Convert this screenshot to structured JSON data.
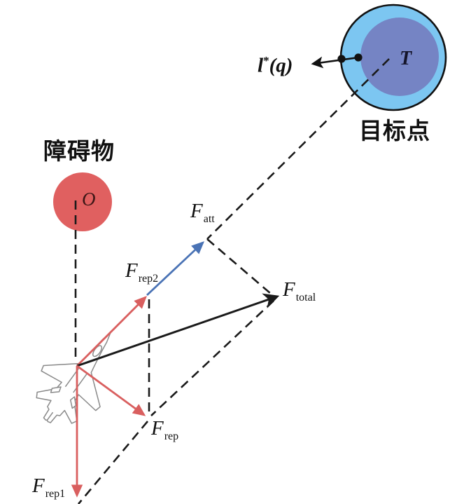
{
  "diagram": {
    "title_hint": "artificial potential field force diagram",
    "target": {
      "point_label": "T",
      "caption": "目标点",
      "outer_color": "#7cc6f1",
      "inner_color": "#7584c4",
      "outline_color": "#111111"
    },
    "obstacle": {
      "point_label": "O",
      "caption": "障碍物",
      "color": "#e06060",
      "point_label_color": "#3c1616"
    },
    "distance_annotation": {
      "base": "l",
      "sup": "*",
      "args": "(q)"
    },
    "force_labels": {
      "att": {
        "base": "F",
        "sub": "att"
      },
      "rep2": {
        "base": "F",
        "sub": "rep2"
      },
      "total": {
        "base": "F",
        "sub": "total"
      },
      "rep": {
        "base": "F",
        "sub": "rep"
      },
      "rep1": {
        "base": "F",
        "sub": "rep1"
      }
    },
    "colors": {
      "attractive_force": "#4a73b5",
      "repulsive_force": "#d95f5f",
      "total_force": "#1a1a1a",
      "dashed_line": "#1a1a1a",
      "aircraft_outline": "#8a8a8a"
    }
  }
}
